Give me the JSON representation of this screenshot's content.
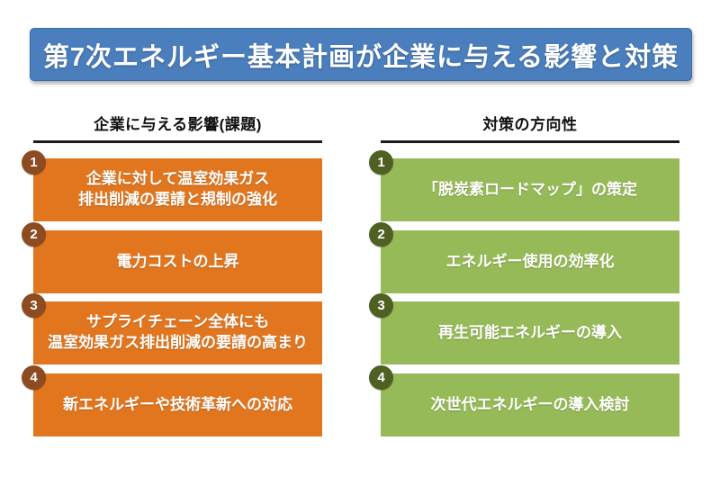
{
  "title": "第7次エネルギー基本計画が企業に与える影響と対策",
  "colors": {
    "banner_blue": "#4B7EBC",
    "impact_orange": "#E2761F",
    "impact_badge_brown": "#8C4B21",
    "measure_green": "#97BA58",
    "measure_badge_olive": "#4F6023"
  },
  "columns": [
    {
      "header": "企業に与える影響(課題)",
      "items": [
        {
          "number": "1",
          "text": "企業に対して温室効果ガス\n排出削減の要請と規制の強化"
        },
        {
          "number": "2",
          "text": "電力コストの上昇"
        },
        {
          "number": "3",
          "text": "サプライチェーン全体にも\n温室効果ガス排出削減の要請の高まり"
        },
        {
          "number": "4",
          "text": "新エネルギーや技術革新への対応"
        }
      ]
    },
    {
      "header": "対策の方向性",
      "items": [
        {
          "number": "1",
          "text": "「脱炭素ロードマップ」の策定"
        },
        {
          "number": "2",
          "text": "エネルギー使用の効率化"
        },
        {
          "number": "3",
          "text": "再生可能エネルギーの導入"
        },
        {
          "number": "4",
          "text": "次世代エネルギーの導入検討"
        }
      ]
    }
  ]
}
